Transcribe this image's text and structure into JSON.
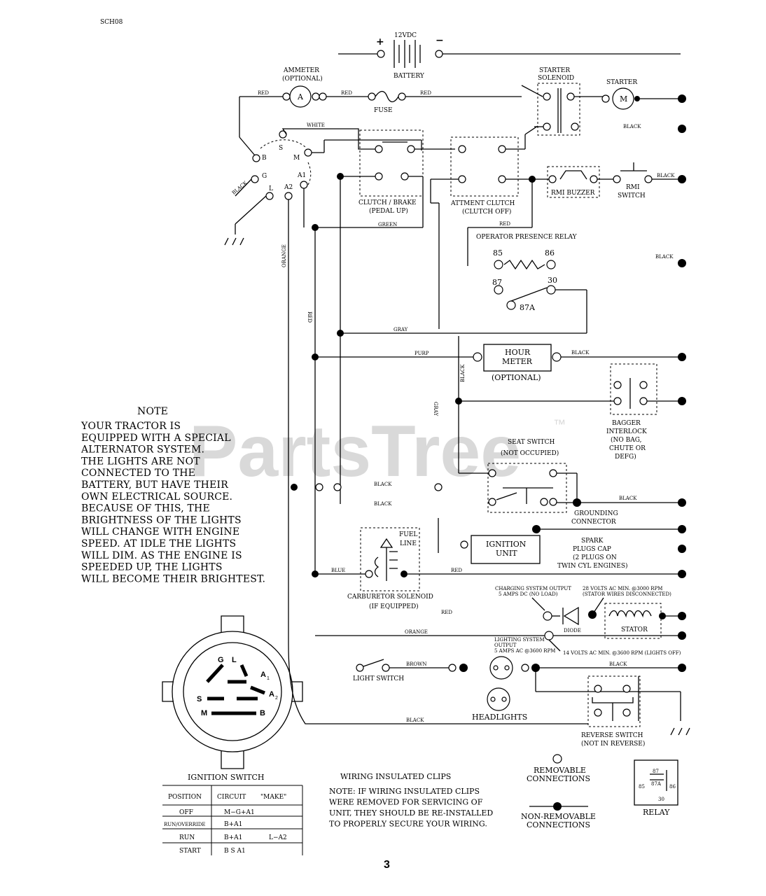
{
  "page": {
    "code": "SCH08",
    "page_number": "3",
    "watermark": "PartsTree",
    "trademark": "™"
  },
  "battery": {
    "voltage": "12VDC",
    "label": "BATTERY",
    "plus": "+",
    "minus": "−"
  },
  "ammeter": {
    "title": "AMMETER",
    "optional": "(OPTIONAL)",
    "symbol": "A"
  },
  "fuse": {
    "label": "FUSE"
  },
  "starter_solenoid": {
    "line1": "STARTER",
    "line2": "SOLENOID"
  },
  "starter": {
    "label": "STARTER",
    "symbol": "M"
  },
  "ignition_terminals": {
    "s": "S",
    "b": "B",
    "m": "M",
    "g": "G",
    "l": "L",
    "a1": "A1",
    "a2": "A2"
  },
  "clutch_brake": {
    "line1": "CLUTCH / BRAKE",
    "line2": "(PEDAL UP)"
  },
  "attachment_clutch": {
    "line1": "ATTMENT CLUTCH",
    "line2": "(CLUTCH OFF)"
  },
  "rmi_buzzer": {
    "label": "RMI BUZZER"
  },
  "rmi_switch": {
    "line1": "RMI",
    "line2": "SWITCH"
  },
  "operator_relay": {
    "label": "OPERATOR PRESENCE RELAY",
    "t85": "85",
    "t86": "86",
    "t87": "87",
    "t30": "30",
    "t87a": "87A"
  },
  "hour_meter": {
    "line1": "HOUR",
    "line2": "METER",
    "optional": "(OPTIONAL)"
  },
  "bagger_interlock": {
    "line1": "BAGGER",
    "line2": "INTERLOCK",
    "line3": "(NO BAG,",
    "line4": "CHUTE OR",
    "line5": "DEFG)"
  },
  "seat_switch": {
    "line1": "SEAT SWITCH",
    "line2": "(NOT OCCUPIED)"
  },
  "grounding": {
    "line1": "GROUNDING",
    "line2": "CONNECTOR"
  },
  "ignition_unit": {
    "line1": "IGNITION",
    "line2": "UNIT"
  },
  "spark_plug": {
    "line1": "SPARK",
    "line2": "PLUGS CAP",
    "line3": "(2 PLUGS ON",
    "line4": "TWIN CYL ENGINES)"
  },
  "fuel_line": {
    "line1": "FUEL",
    "line2": "LINE"
  },
  "carburetor": {
    "line1": "CARBURETOR SOLENOID",
    "line2": "(IF EQUIPPED)"
  },
  "charging": {
    "output_line1": "CHARGING SYSTEM OUTPUT",
    "output_line2": "5 AMPS DC (NO LOAD)",
    "ac_line1": "28 VOLTS AC MIN. @3000 RPM",
    "ac_line2": "(STATOR WIRES DISCONNECTED)",
    "diode": "DIODE",
    "stator": "STATOR"
  },
  "lighting": {
    "output_line1": "LIGHTING SYSTEM",
    "output_line2": "OUTPUT",
    "output_line3": "5 AMPS AC @3600 RPM",
    "ac_min": "14 VOLTS AC MIN. @3600 RPM (LIGHTS OFF)",
    "light_switch": "LIGHT SWITCH",
    "headlights": "HEADLIGHTS"
  },
  "reverse_switch": {
    "line1": "REVERSE SWITCH",
    "line2": "(NOT IN REVERSE)"
  },
  "wires": {
    "red": "RED",
    "white": "WHITE",
    "black": "BLACK",
    "green": "GREEN",
    "gray": "GRAY",
    "purple": "PURP",
    "orange": "ORANGE",
    "blue": "BLUE",
    "brown": "BROWN",
    "vertical_orange": "ORANGE",
    "vertical_red": "RED"
  },
  "note": {
    "title": "NOTE",
    "lines": [
      "YOUR TRACTOR IS",
      "EQUIPPED WITH A SPECIAL",
      "ALTERNATOR SYSTEM.",
      "THE LIGHTS ARE NOT",
      "CONNECTED TO THE",
      "BATTERY, BUT HAVE THEIR",
      "OWN ELECTRICAL SOURCE.",
      "BECAUSE OF THIS, THE",
      "BRIGHTNESS OF THE LIGHTS",
      "WILL CHANGE WITH ENGINE",
      "SPEED.  AT IDLE THE LIGHTS",
      "WILL DIM.  AS THE ENGINE IS",
      "SPEEDED UP, THE LIGHTS",
      "WILL BECOME THEIR BRIGHTEST."
    ]
  },
  "ignition_switch_face": {
    "g": "G",
    "l": "L",
    "a1": "A",
    "a1_sub": "1",
    "s": "S",
    "a2": "A",
    "a2_sub": "2",
    "m": "M",
    "b": "B"
  },
  "ignition_table": {
    "title": "IGNITION SWITCH",
    "headers": [
      "POSITION",
      "CIRCUIT",
      "\"MAKE\""
    ],
    "rows": [
      [
        "OFF",
        "M−G+A1",
        ""
      ],
      [
        "RUN/OVERRIDE",
        "B+A1",
        ""
      ],
      [
        "RUN",
        "B+A1",
        "L−A2"
      ],
      [
        "START",
        "B    S   A1",
        ""
      ]
    ]
  },
  "clips": {
    "title": "WIRING INSULATED CLIPS",
    "lines": [
      "NOTE:  IF WIRING INSULATED CLIPS",
      "WERE REMOVED FOR SERVICING OF",
      " UNIT, THEY SHOULD BE RE-INSTALLED",
      " TO PROPERLY SECURE YOUR WIRING."
    ]
  },
  "legend": {
    "removable_line1": "REMOVABLE",
    "removable_line2": "CONNECTIONS",
    "nonremovable_line1": "NON-REMOVABLE",
    "nonremovable_line2": "CONNECTIONS",
    "relay": "RELAY",
    "relay_85": "85",
    "relay_87": "87",
    "relay_87a": "87A",
    "relay_86": "86",
    "relay_30": "30"
  }
}
